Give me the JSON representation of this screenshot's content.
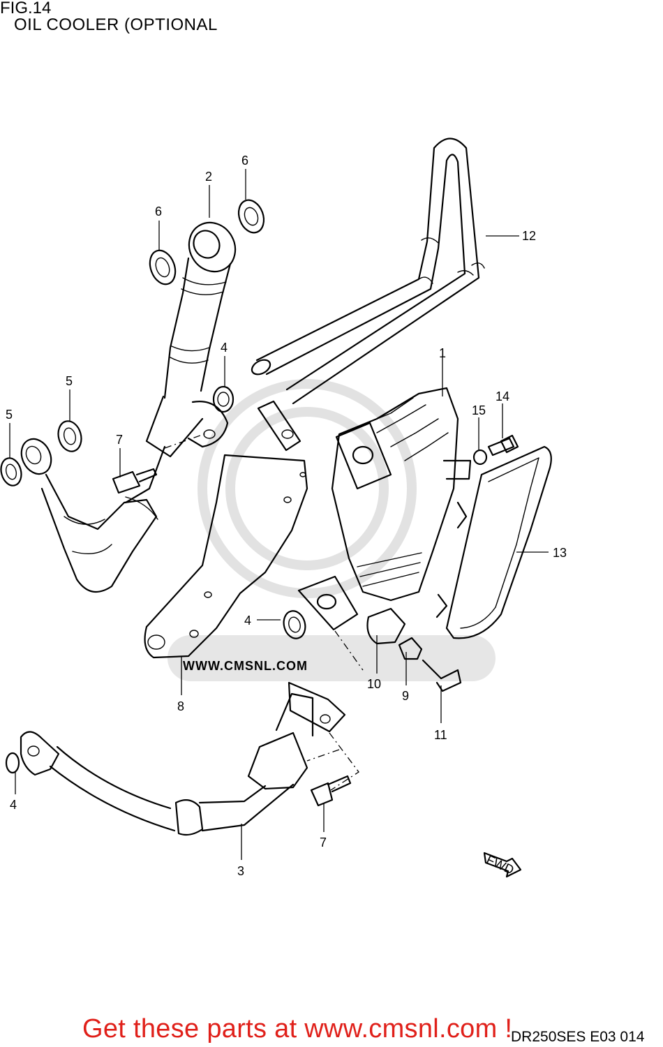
{
  "figure": {
    "title": "FIG.14",
    "subtitle": "OIL COOLER (OPTIONAL"
  },
  "callouts": {
    "c1": "1",
    "c2": "2",
    "c3": "3",
    "c4a": "4",
    "c4b": "4",
    "c4c": "4",
    "c5a": "5",
    "c5b": "5",
    "c6a": "6",
    "c6b": "6",
    "c7a": "7",
    "c7b": "7",
    "c8": "8",
    "c9": "9",
    "c10": "10",
    "c11": "11",
    "c12": "12",
    "c13": "13",
    "c14": "14",
    "c15": "15"
  },
  "direction_marker": "FWD",
  "watermark_text": "WWW.CMSNL.COM",
  "footer": {
    "code": "DR250SES E03  014",
    "link": "Get these parts at www.cmsnl.com !"
  },
  "colors": {
    "line": "#000000",
    "background": "#ffffff",
    "watermark": "#e2e2e2",
    "link": "#e0201a"
  }
}
